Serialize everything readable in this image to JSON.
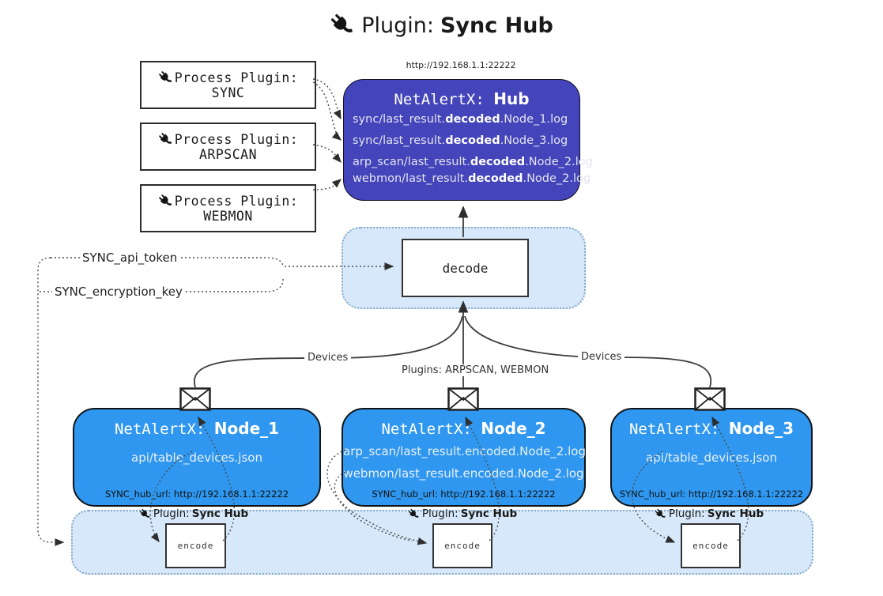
{
  "title": {
    "label": "Plugin:",
    "bold": "Sync Hub"
  },
  "process_plugins": [
    {
      "label": "Process Plugin:",
      "name": "SYNC"
    },
    {
      "label": "Process Plugin:",
      "name": "ARPSCAN"
    },
    {
      "label": "Process Plugin:",
      "name": "WEBMON"
    }
  ],
  "hub": {
    "url": "http://192.168.1.1:22222",
    "name_prefix": "NetAlertX: ",
    "name_bold": "Hub",
    "logs": [
      {
        "pre": "sync/last_result.",
        "mid": "decoded",
        "post": ".Node_1.log"
      },
      {
        "pre": "sync/last_result.",
        "mid": "decoded",
        "post": ".Node_3.log"
      },
      {
        "pre": "arp_scan/last_result.",
        "mid": "decoded",
        "post": ".Node_2.log"
      },
      {
        "pre": "webmon/last_result.",
        "mid": "decoded",
        "post": ".Node_2.log"
      }
    ]
  },
  "secrets": {
    "api_token": "SYNC_api_token",
    "encryption_key": "SYNC_encryption_key"
  },
  "decode": {
    "label": "decode"
  },
  "edges": {
    "devices_left": "Devices",
    "plugins_center": "Plugins: ARPSCAN, WEBMON",
    "devices_right": "Devices"
  },
  "nodes": [
    {
      "name_prefix": "NetAlertX: ",
      "name_bold": "Node_1",
      "files": [
        "api/table_devices.json"
      ],
      "hub_url": "SYNC_hub_url: http://192.168.1.1:22222"
    },
    {
      "name_prefix": "NetAlertX: ",
      "name_bold": "Node_2",
      "files": [
        "arp_scan/last_result.encoded.Node_2.log",
        "webmon/last_result.encoded.Node_2.log"
      ],
      "hub_url": "SYNC_hub_url: http://192.168.1.1:22222"
    },
    {
      "name_prefix": "NetAlertX: ",
      "name_bold": "Node_3",
      "files": [
        "api/table_devices.json"
      ],
      "hub_url": "SYNC_hub_url: http://192.168.1.1:22222"
    }
  ],
  "encoders": [
    {
      "badge_label": "Plugin:",
      "badge_bold": "Sync Hub",
      "box": "encode"
    },
    {
      "badge_label": "Plugin:",
      "badge_bold": "Sync Hub",
      "box": "encode"
    },
    {
      "badge_label": "Plugin:",
      "badge_bold": "Sync Hub",
      "box": "encode"
    }
  ],
  "colors": {
    "hub_fill": "#4444bb",
    "node_fill": "#2f97ef",
    "panel_fill": "#d6e8fa",
    "panel_border": "#85a8c4",
    "wire": "#3d3d3d"
  }
}
